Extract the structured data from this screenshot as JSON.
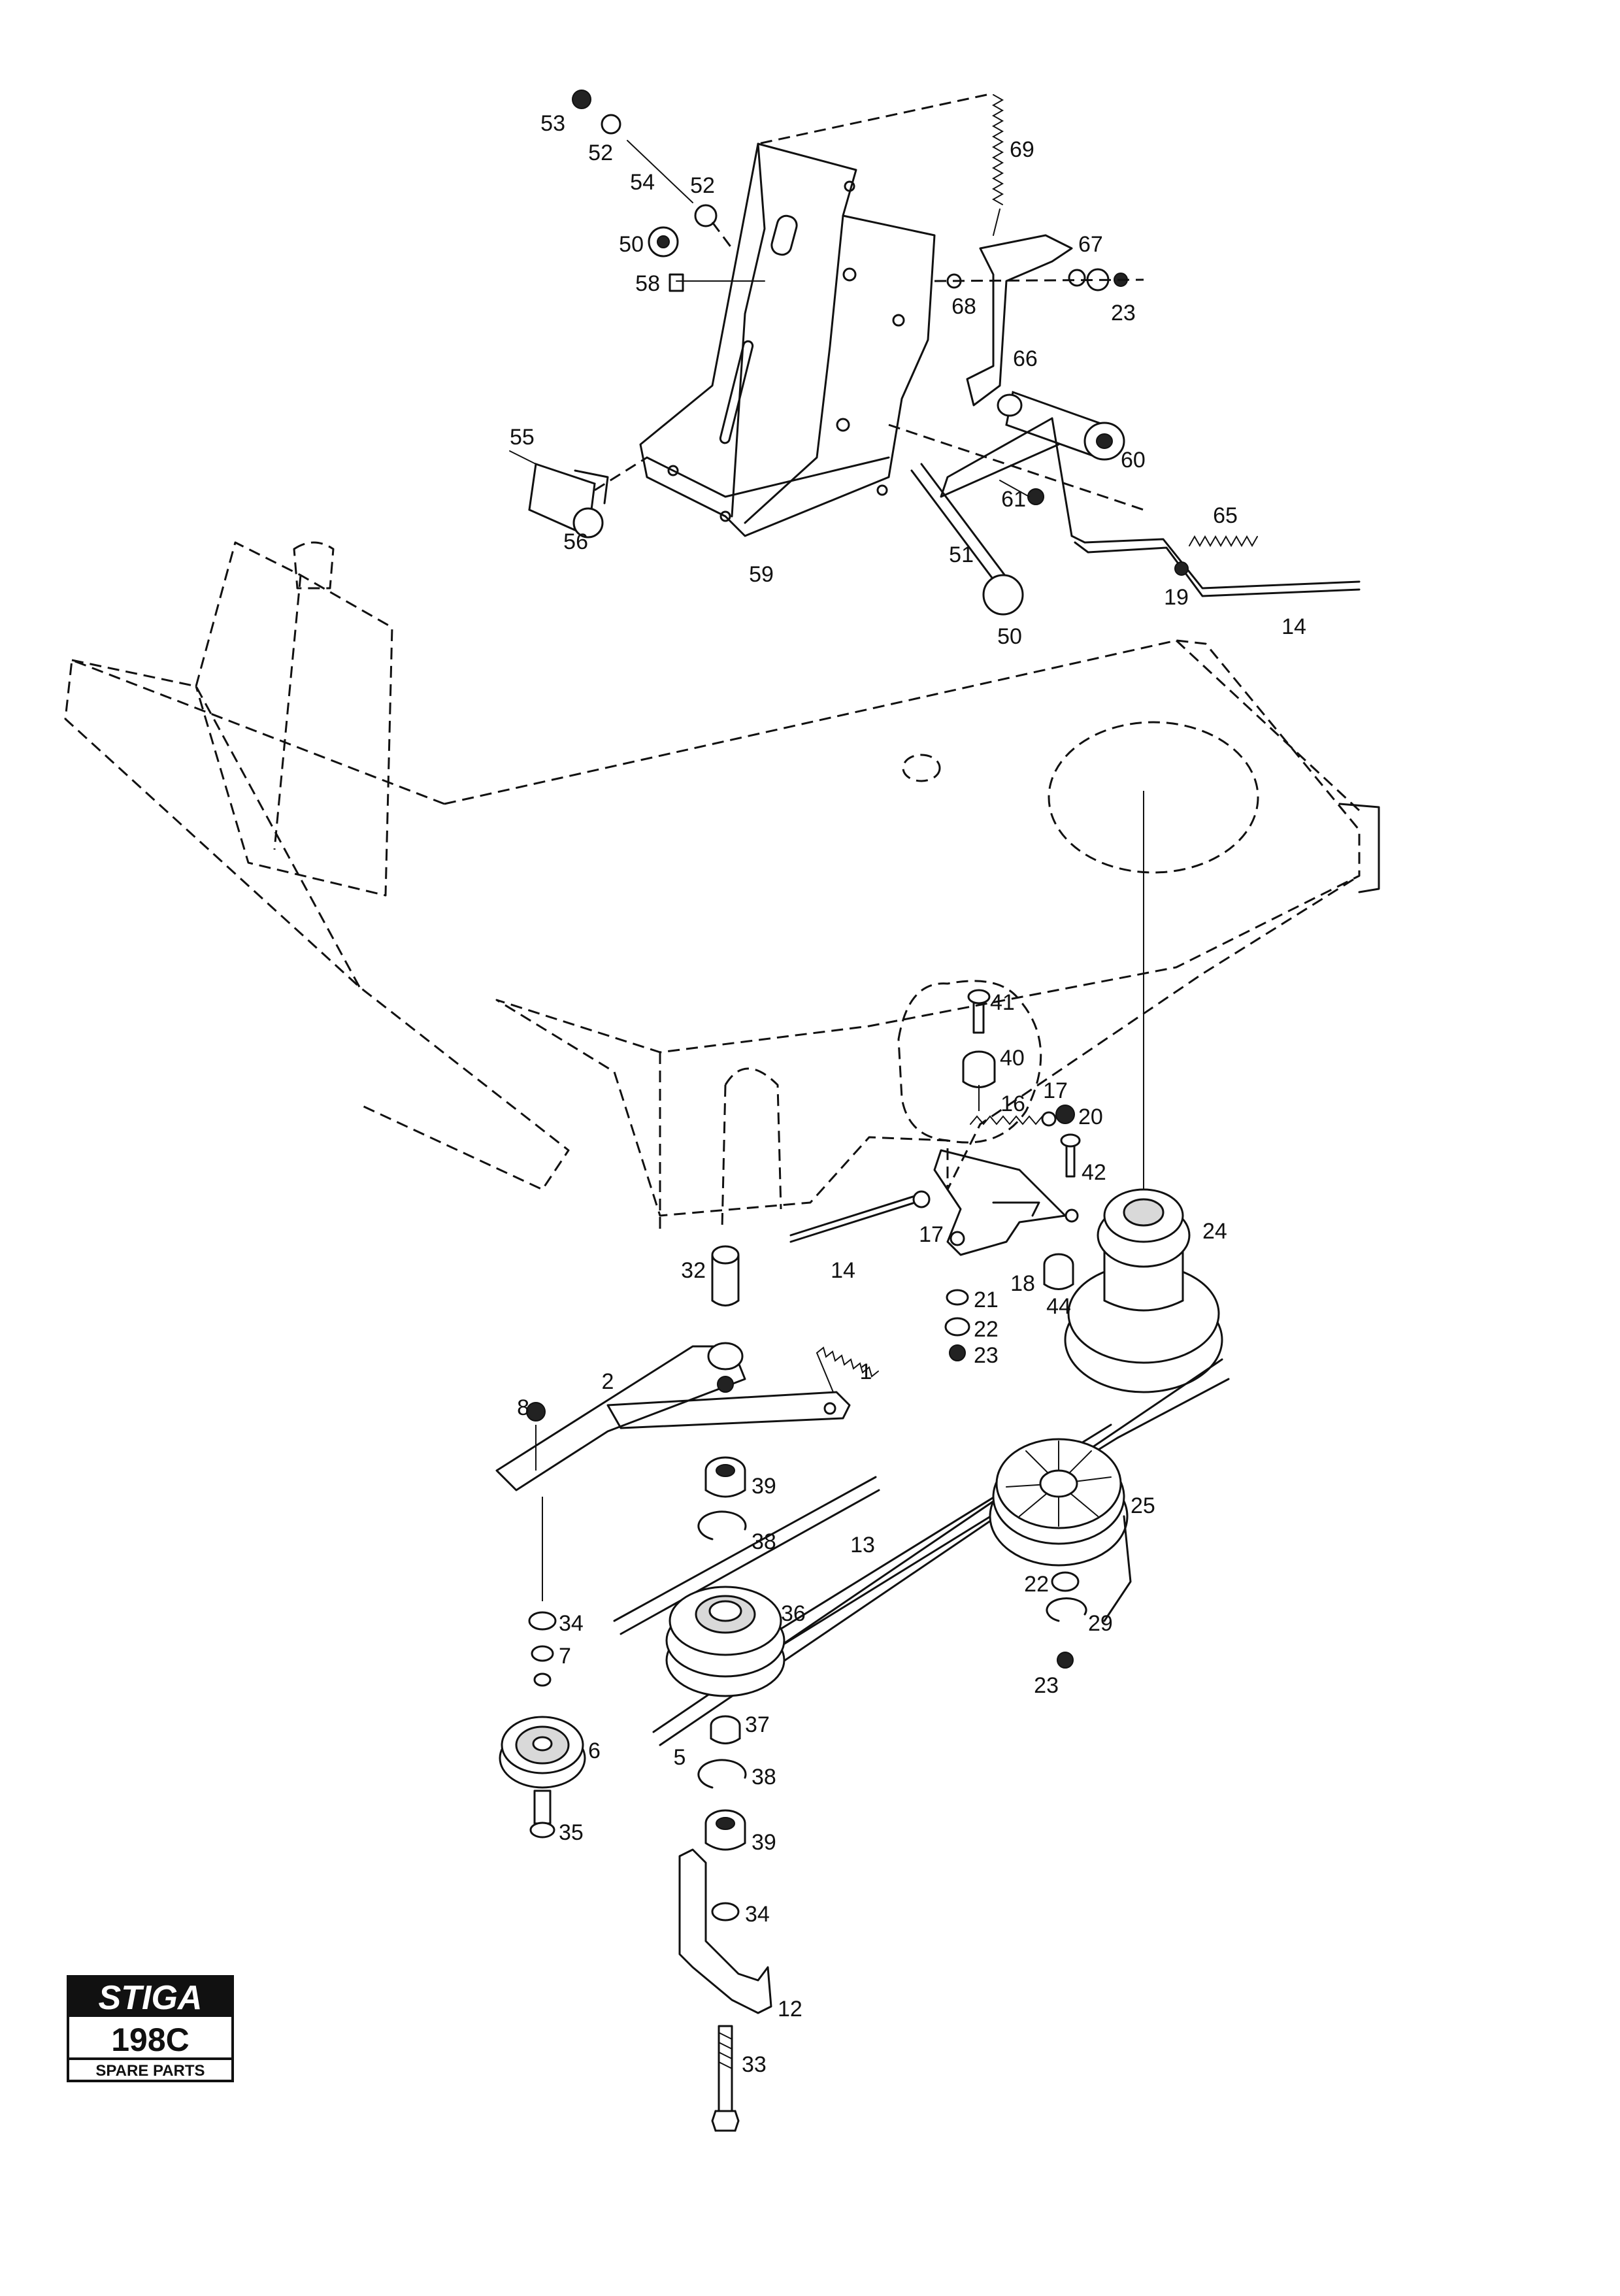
{
  "logo": {
    "brand": "STIGA",
    "model": "198C",
    "caption": "SPARE PARTS"
  },
  "parts": [
    {
      "id": "p53",
      "label": "53"
    },
    {
      "id": "p52a",
      "label": "52"
    },
    {
      "id": "p54",
      "label": "54"
    },
    {
      "id": "p52b",
      "label": "52"
    },
    {
      "id": "p69",
      "label": "69"
    },
    {
      "id": "p50a",
      "label": "50"
    },
    {
      "id": "p58",
      "label": "58"
    },
    {
      "id": "p67",
      "label": "67"
    },
    {
      "id": "p68",
      "label": "68"
    },
    {
      "id": "p23a",
      "label": "23"
    },
    {
      "id": "p66",
      "label": "66"
    },
    {
      "id": "p55",
      "label": "55"
    },
    {
      "id": "p60",
      "label": "60"
    },
    {
      "id": "p56",
      "label": "56"
    },
    {
      "id": "p61",
      "label": "61"
    },
    {
      "id": "p65",
      "label": "65"
    },
    {
      "id": "p59",
      "label": "59"
    },
    {
      "id": "p51",
      "label": "51"
    },
    {
      "id": "p19",
      "label": "19"
    },
    {
      "id": "p14a",
      "label": "14"
    },
    {
      "id": "p50b",
      "label": "50"
    },
    {
      "id": "p41",
      "label": "41"
    },
    {
      "id": "p40",
      "label": "40"
    },
    {
      "id": "p17a",
      "label": "17"
    },
    {
      "id": "p16",
      "label": "16"
    },
    {
      "id": "p20",
      "label": "20"
    },
    {
      "id": "p42",
      "label": "42"
    },
    {
      "id": "p17b",
      "label": "17"
    },
    {
      "id": "p14b",
      "label": "14"
    },
    {
      "id": "p24",
      "label": "24"
    },
    {
      "id": "p32",
      "label": "32"
    },
    {
      "id": "p18",
      "label": "18"
    },
    {
      "id": "p21",
      "label": "21"
    },
    {
      "id": "p44",
      "label": "44"
    },
    {
      "id": "p22a",
      "label": "22"
    },
    {
      "id": "p23b",
      "label": "23"
    },
    {
      "id": "p2",
      "label": "2"
    },
    {
      "id": "p1",
      "label": "1"
    },
    {
      "id": "p8",
      "label": "8"
    },
    {
      "id": "p39a",
      "label": "39"
    },
    {
      "id": "p25",
      "label": "25"
    },
    {
      "id": "p38a",
      "label": "38"
    },
    {
      "id": "p13",
      "label": "13"
    },
    {
      "id": "p36",
      "label": "36"
    },
    {
      "id": "p22b",
      "label": "22"
    },
    {
      "id": "p34a",
      "label": "34"
    },
    {
      "id": "p29",
      "label": "29"
    },
    {
      "id": "p7",
      "label": "7"
    },
    {
      "id": "p23c",
      "label": "23"
    },
    {
      "id": "p37",
      "label": "37"
    },
    {
      "id": "p6",
      "label": "6"
    },
    {
      "id": "p5",
      "label": "5"
    },
    {
      "id": "p38b",
      "label": "38"
    },
    {
      "id": "p35",
      "label": "35"
    },
    {
      "id": "p39b",
      "label": "39"
    },
    {
      "id": "p34b",
      "label": "34"
    },
    {
      "id": "p12",
      "label": "12"
    },
    {
      "id": "p33",
      "label": "33"
    }
  ]
}
